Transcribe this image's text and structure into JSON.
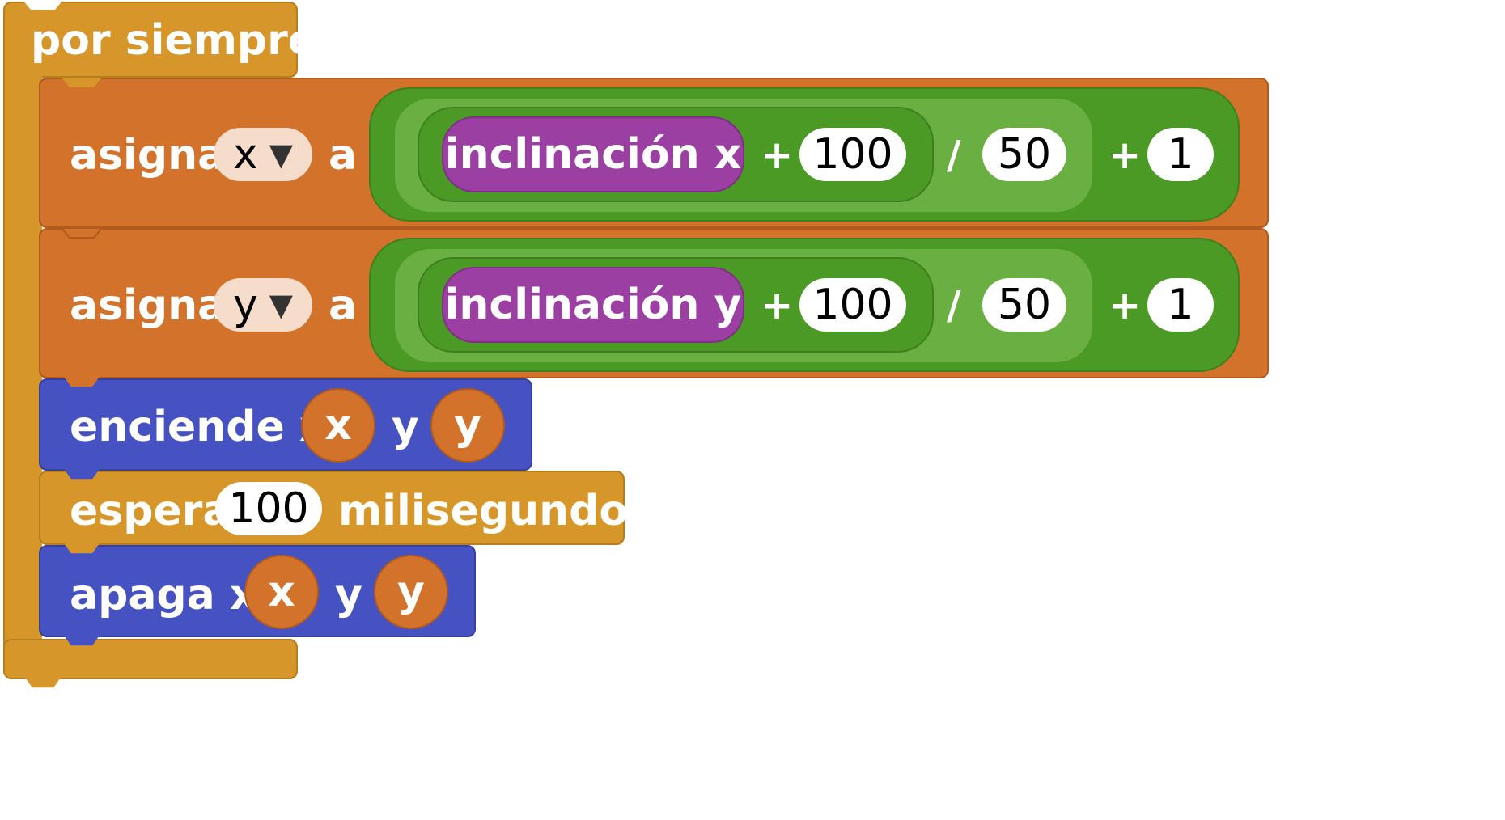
{
  "colors": {
    "control": "#d69629",
    "variables": "#d2722b",
    "leds": "#4652c2",
    "math": "#4c9a26",
    "math_light": "#6aaf41",
    "sensors": "#9b3fa3"
  },
  "forever": {
    "label": "por siempre"
  },
  "set_x": {
    "label_set": "asigna",
    "variable": "x",
    "label_to": "a",
    "sensor": "inclinación x",
    "op1": "+",
    "val1": "100",
    "op2": "/",
    "val2": "50",
    "op3": "+",
    "val3": "1"
  },
  "set_y": {
    "label_set": "asigna",
    "variable": "y",
    "label_to": "a",
    "sensor": "inclinación y",
    "op1": "+",
    "val1": "100",
    "op2": "/",
    "val2": "50",
    "op3": "+",
    "val3": "1"
  },
  "plot": {
    "label": "enciende x",
    "x_var": "x",
    "label_y": "y",
    "y_var": "y"
  },
  "pause": {
    "label": "espera",
    "value": "100",
    "unit": "milisegundos"
  },
  "unplot": {
    "label": "apaga x",
    "x_var": "x",
    "label_y": "y",
    "y_var": "y"
  },
  "dropdown_caret": "▼"
}
